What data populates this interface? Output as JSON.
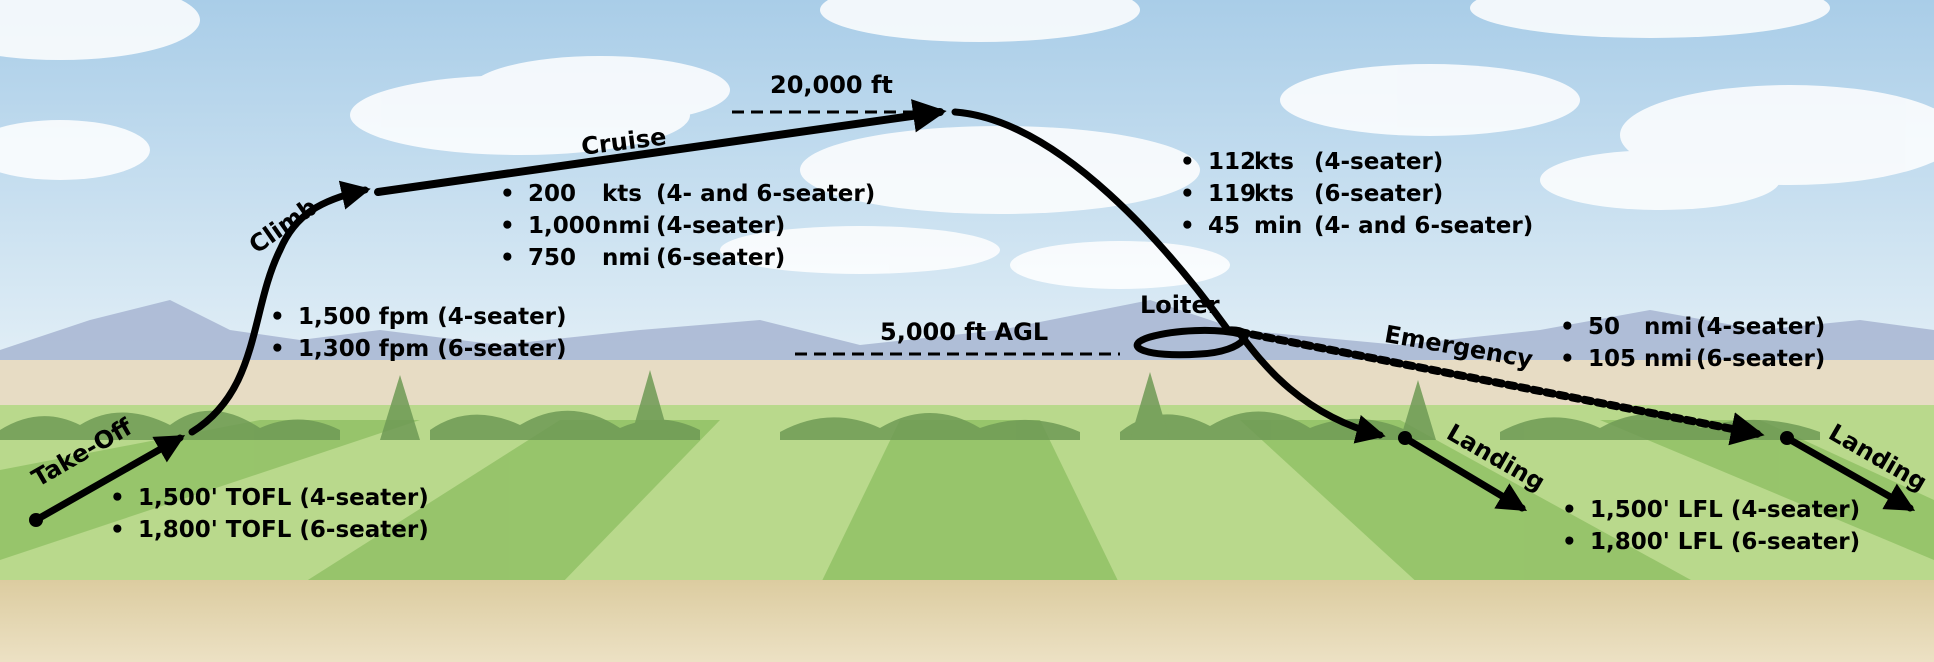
{
  "colors": {
    "sky_top": "#a9cde8",
    "sky_bottom": "#e4f0f7",
    "mountains": "#aab8d4",
    "field_light": "#b9d98c",
    "field_dark": "#8fbf63",
    "ground": "#e6d6ae",
    "path": "#000000"
  },
  "phases": {
    "takeoff": "Take-Off",
    "climb": "Climb",
    "cruise": "Cruise",
    "loiter": "Loiter",
    "emergency": "Emergency",
    "landing_main": "Landing",
    "landing_emergency": "Landing"
  },
  "altitudes": {
    "cruise": "20,000 ft",
    "loiter": "5,000 ft AGL"
  },
  "specs": {
    "takeoff": [
      "1,500' TOFL (4-seater)",
      "1,800' TOFL (6-seater)"
    ],
    "climb": [
      "1,500 fpm (4-seater)",
      "1,300 fpm (6-seater)"
    ],
    "cruise": [
      {
        "value": "200",
        "unit": "kts",
        "note": "(4- and 6-seater)"
      },
      {
        "value": "1,000",
        "unit": "nmi",
        "note": "(4-seater)"
      },
      {
        "value": "750",
        "unit": "nmi",
        "note": "(6-seater)"
      }
    ],
    "loiter": [
      {
        "value": "112",
        "unit": "kts",
        "note": "(4-seater)"
      },
      {
        "value": "119",
        "unit": "kts",
        "note": "(6-seater)"
      },
      {
        "value": "45",
        "unit": "min",
        "note": "(4- and 6-seater)"
      }
    ],
    "emergency": [
      {
        "value": "50",
        "unit": "nmi",
        "note": "(4-seater)"
      },
      {
        "value": "105",
        "unit": "nmi",
        "note": "(6-seater)"
      }
    ],
    "landing": [
      "1,500' LFL (4-seater)",
      "1,800' LFL (6-seater)"
    ]
  }
}
